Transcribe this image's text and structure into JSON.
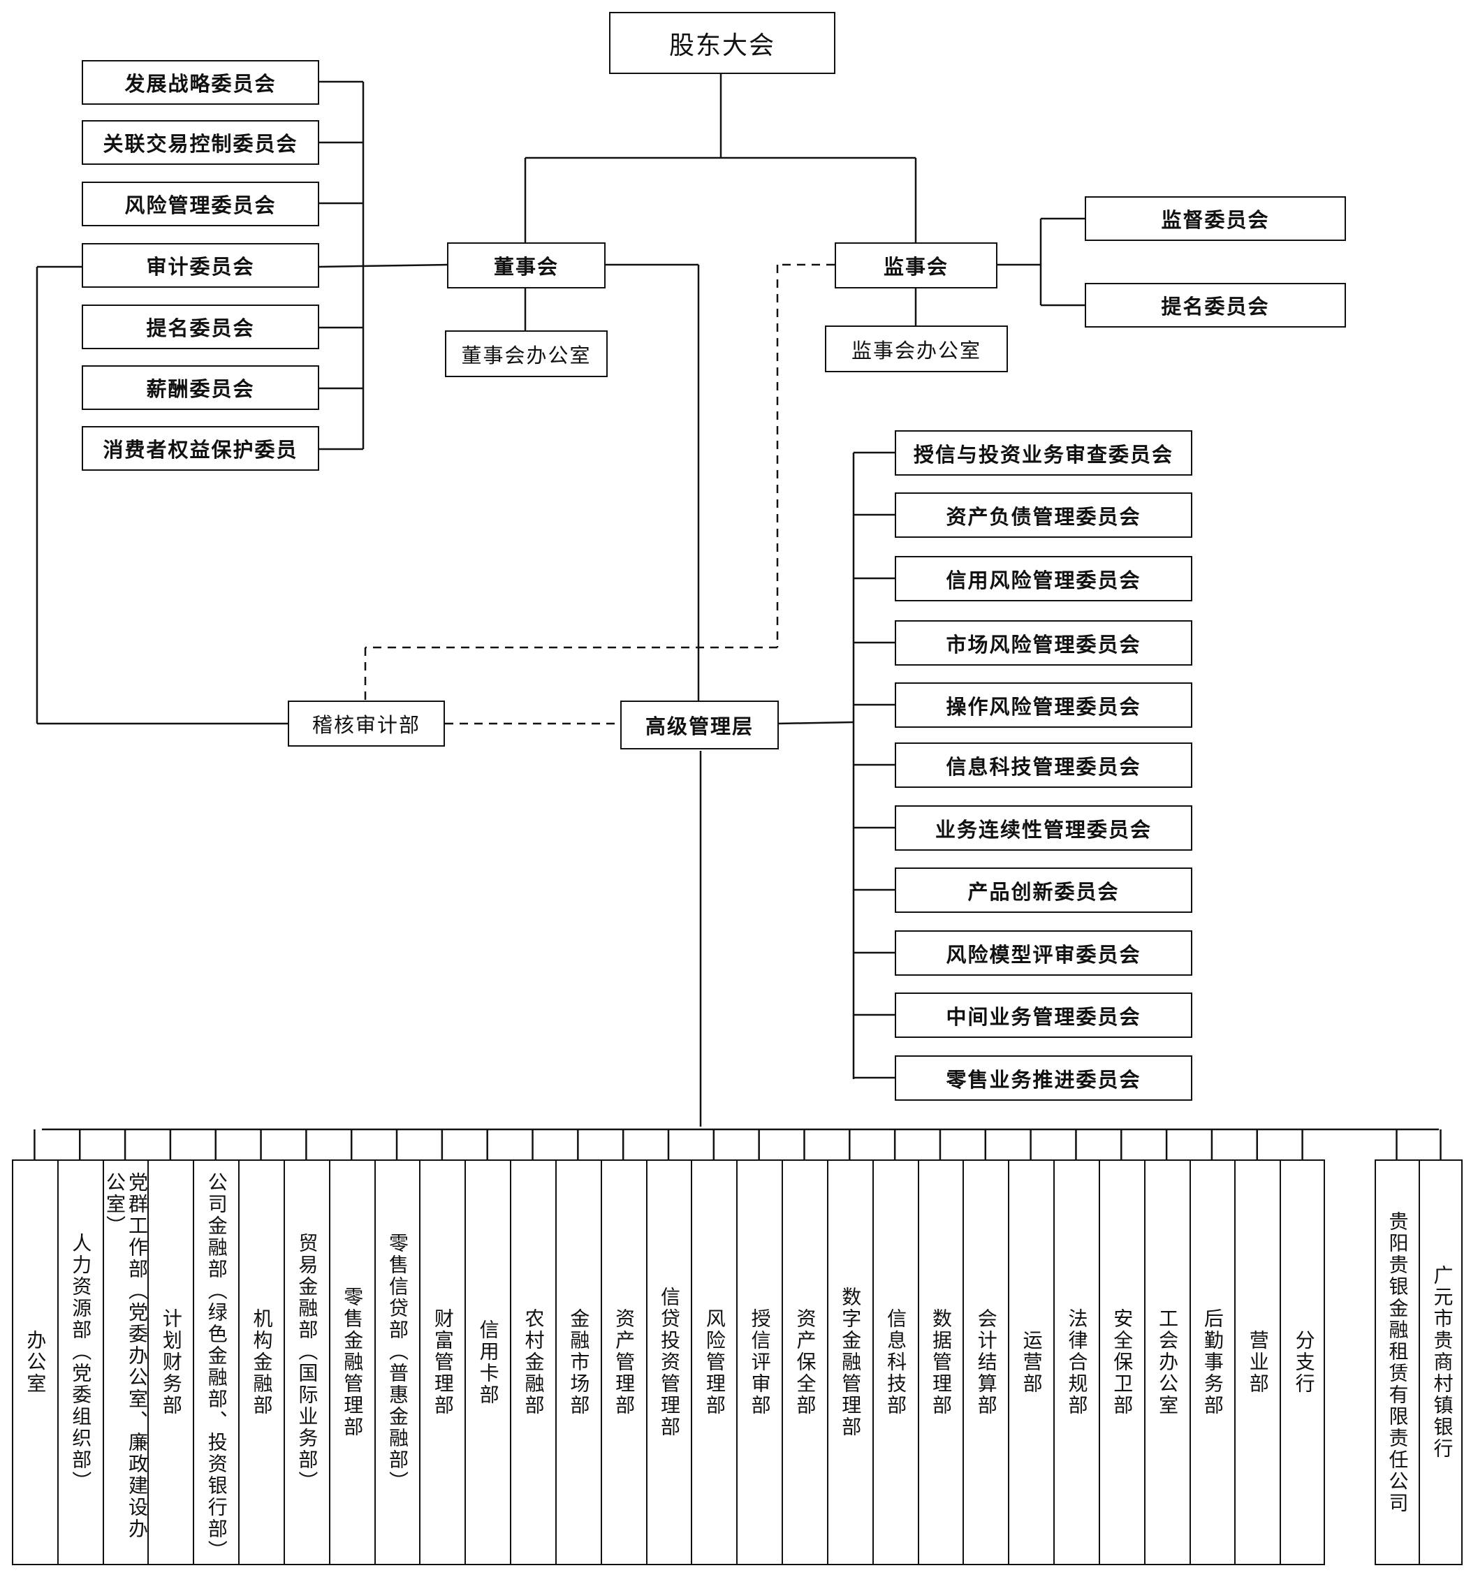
{
  "shareholders": "股东大会",
  "board": "董事会",
  "board_office": "董事会办公室",
  "supervisors": "监事会",
  "supervisors_office": "监事会办公室",
  "senior_management": "高级管理层",
  "audit_dept": "稽核审计部",
  "board_committees": [
    "发展战略委员会",
    "关联交易控制委员会",
    "风险管理委员会",
    "审计委员会",
    "提名委员会",
    "薪酬委员会",
    "消费者权益保护委员"
  ],
  "supervisor_committees": [
    "监督委员会",
    "提名委员会"
  ],
  "management_committees": [
    "授信与投资业务审查委员会",
    "资产负债管理委员会",
    "信用风险管理委员会",
    "市场风险管理委员会",
    "操作风险管理委员会",
    "信息科技管理委员会",
    "业务连续性管理委员会",
    "产品创新委员会",
    "风险模型评审委员会",
    "中间业务管理委员会",
    "零售业务推进委员会"
  ],
  "departments": [
    "办公室",
    "人力资源部（党委组织部）",
    "党群工作部（党委办公室、廉政建设办公室）",
    "计划财务部",
    "公司金融部（绿色金融部、投资银行部）",
    "机构金融部",
    "贸易金融部（国际业务部）",
    "零售金融管理部",
    "零售信贷部（普惠金融部）",
    "财富管理部",
    "信用卡部",
    "农村金融部",
    "金融市场部",
    "资产管理部",
    "信贷投资管理部",
    "风险管理部",
    "授信评审部",
    "资产保全部",
    "数字金融管理部",
    "信息科技部",
    "数据管理部",
    "会计结算部",
    "运营部",
    "法律合规部",
    "安全保卫部",
    "工会办公室",
    "后勤事务部",
    "营业部",
    "分支行"
  ],
  "subsidiaries": [
    "贵阳贵银金融租赁有限责任公司",
    "广元市贵商村镇银行"
  ]
}
